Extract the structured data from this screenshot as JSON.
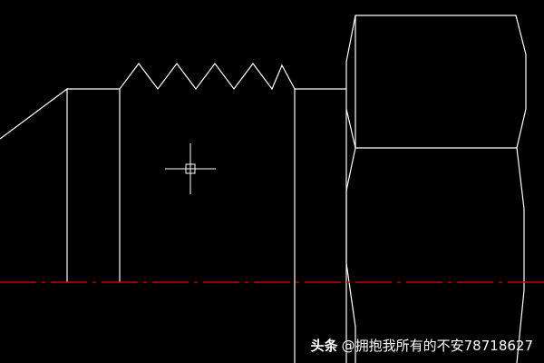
{
  "app": {
    "background_color": "#000000",
    "line_color": "#ffffff",
    "centerline_color": "#cc0000"
  },
  "drawing": {
    "entities": [
      {
        "name": "thread-shank-outline",
        "kind": "polyline"
      },
      {
        "name": "thread-profile",
        "kind": "polyline"
      },
      {
        "name": "shank-divider-line",
        "kind": "line"
      },
      {
        "name": "hex-nut-outline",
        "kind": "polyline"
      },
      {
        "name": "centerline",
        "kind": "dashdot-line"
      }
    ],
    "cursor": {
      "icon": "crosshair-cursor-icon",
      "pickbox_icon": "pickbox-icon"
    }
  },
  "watermark": {
    "brand": "头条",
    "handle": "@拥抱我所有的不安78718627"
  }
}
